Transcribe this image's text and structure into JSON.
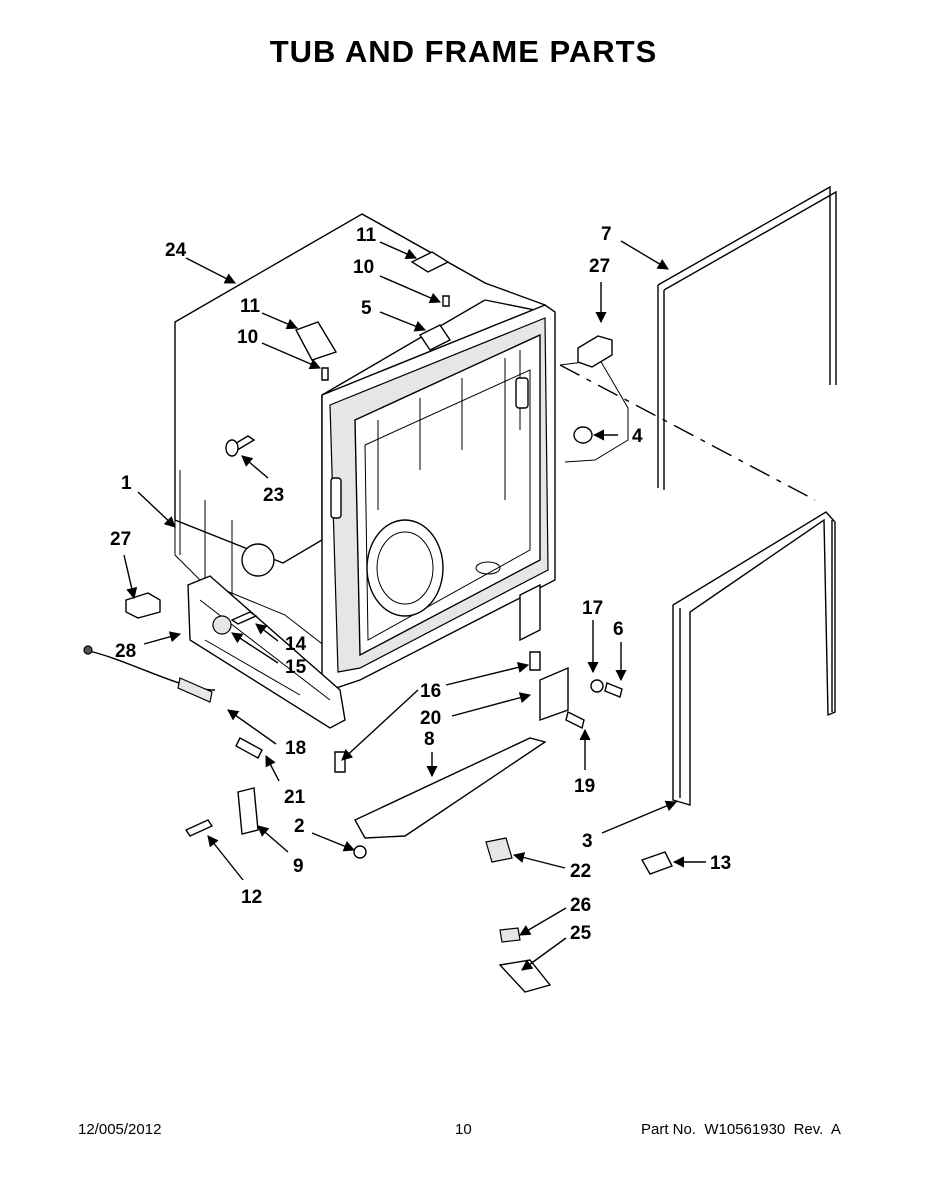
{
  "title": "TUB AND FRAME PARTS",
  "footer": {
    "date": "12/005/2012",
    "page": "10",
    "part_number": "Part No.  W10561930  Rev.  A"
  },
  "callouts": [
    "1",
    "2",
    "3",
    "4",
    "5",
    "6",
    "7",
    "8",
    "9",
    "10",
    "10",
    "11",
    "11",
    "12",
    "13",
    "14",
    "15",
    "16",
    "17",
    "18",
    "19",
    "20",
    "21",
    "22",
    "23",
    "24",
    "25",
    "26",
    "27",
    "27",
    "28"
  ]
}
